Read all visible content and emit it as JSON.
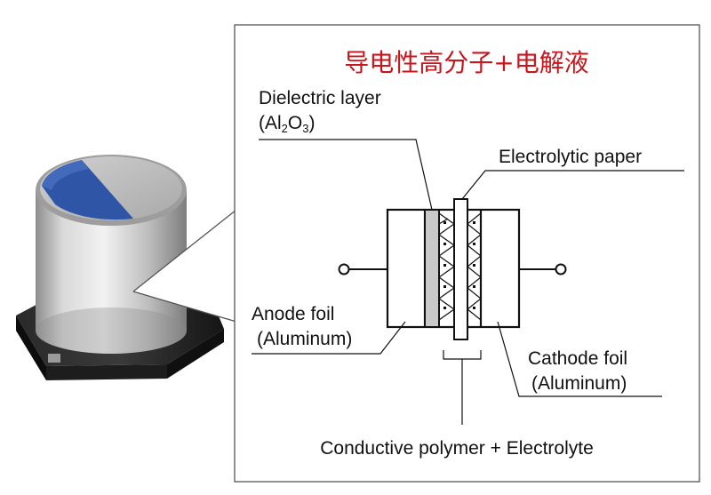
{
  "title": "导电性高分子+电解液",
  "colors": {
    "title": "#c8161d",
    "panel_border": "#555555",
    "capacitor_sleeve": "#c7c7c7",
    "capacitor_top_mark": "#2f56a6",
    "capacitor_base": "#1a1a1a"
  },
  "labels": {
    "dielectric_line1": "Dielectric layer",
    "dielectric_line2": "(Al",
    "dielectric_sub1": "2",
    "dielectric_mid": "O",
    "dielectric_sub2": "3",
    "dielectric_close": ")",
    "electrolytic_paper": "Electrolytic paper",
    "anode_line1": "Anode foil",
    "anode_line2": "(Aluminum)",
    "cathode_line1": "Cathode foil",
    "cathode_line2": "(Aluminum)",
    "conductive": "Conductive polymer + Electrolyte"
  },
  "icons": {
    "capacitor": "smd-electrolytic-capacitor-icon"
  }
}
